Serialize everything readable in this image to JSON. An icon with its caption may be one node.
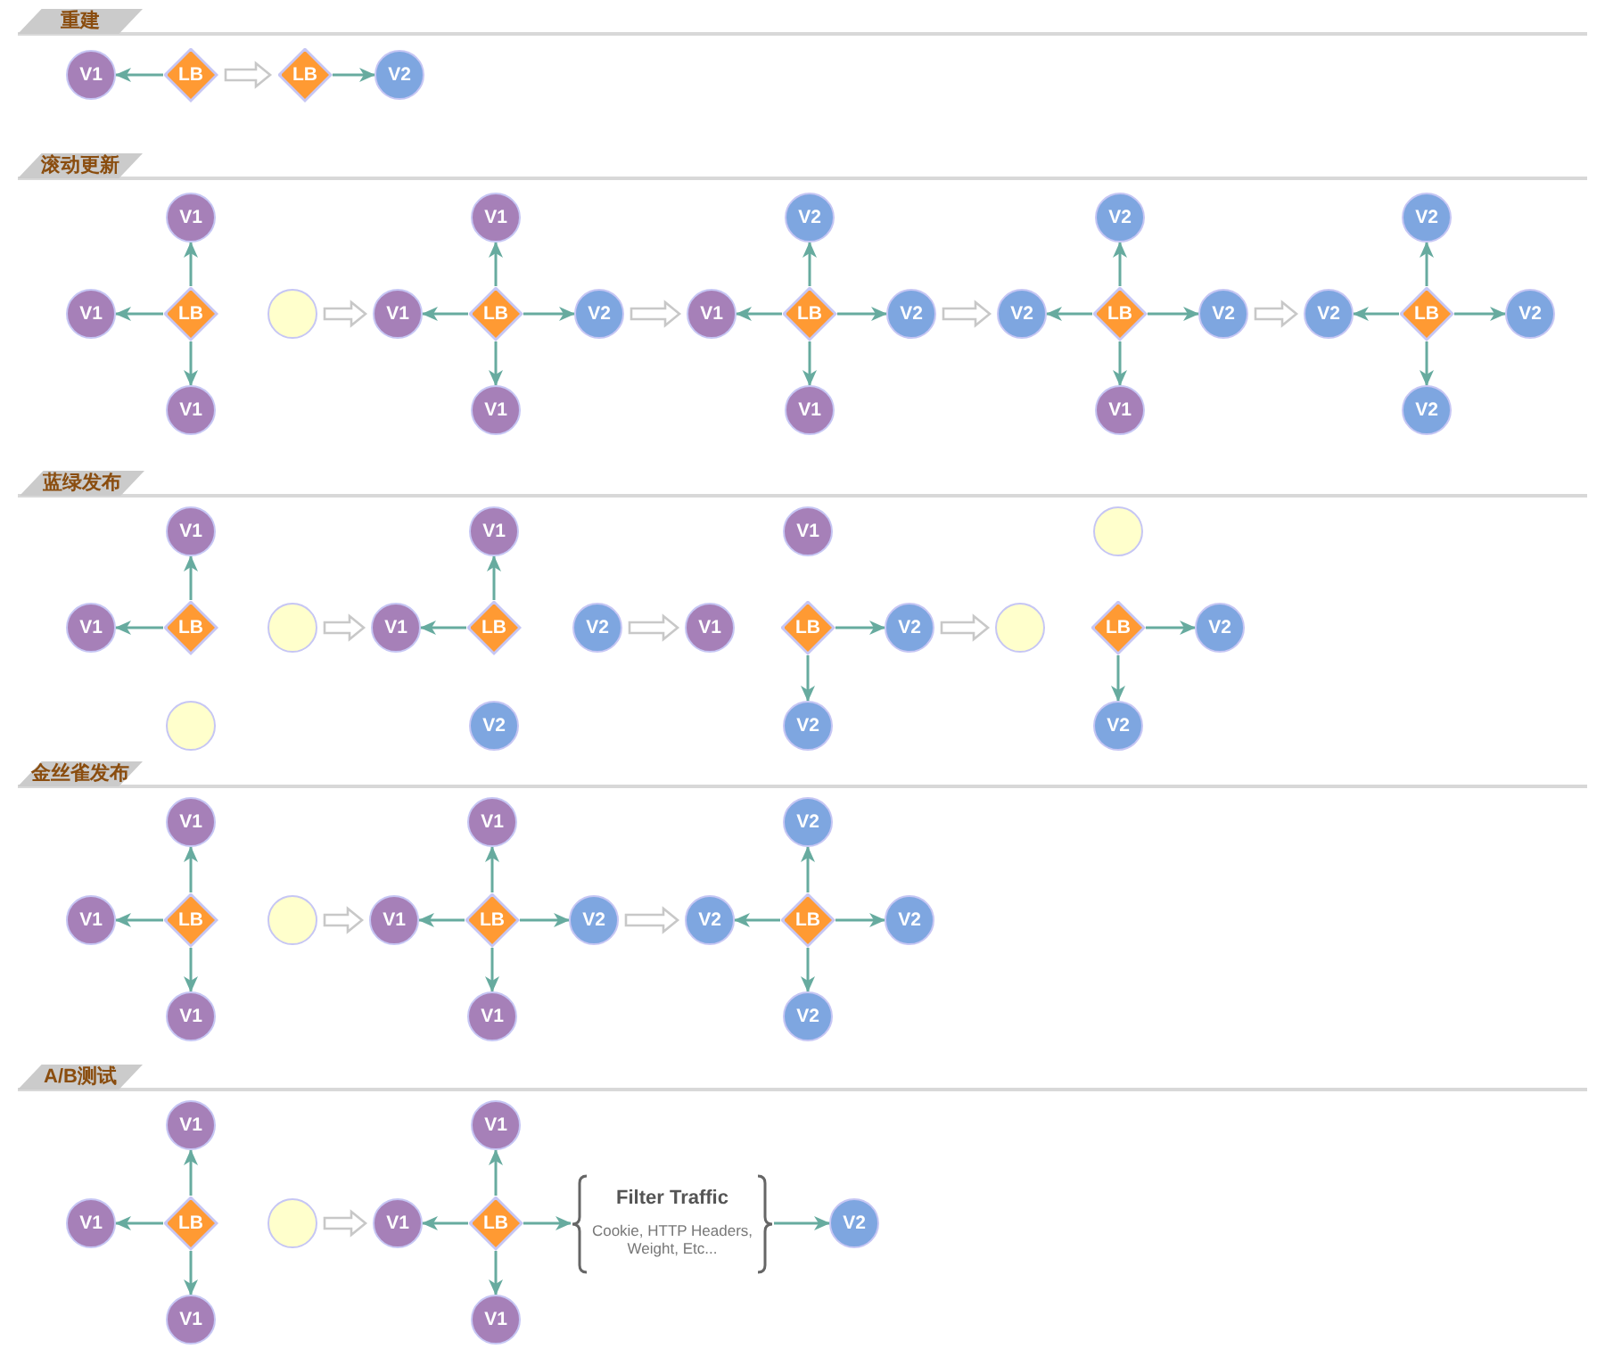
{
  "diagram": {
    "nodes": [
      {
        "text": [
          "重建"
        ]
      },
      {
        "text": [
          "V1"
        ]
      },
      {
        "text": [
          "LB"
        ]
      },
      {
        "text": [
          "LB"
        ]
      },
      {
        "text": [
          "V2"
        ]
      },
      {
        "text": [
          "滚动更新"
        ]
      },
      {
        "text": [
          "V1"
        ]
      },
      {
        "text": [
          "V1"
        ]
      },
      {
        "text": [
          "LB"
        ]
      },
      {
        "text": [
          "V1"
        ]
      },
      {
        "text": [],
        "shape": "circle"
      },
      {
        "text": [
          "V1"
        ]
      },
      {
        "text": [
          "V1"
        ]
      },
      {
        "text": [
          "LB"
        ]
      },
      {
        "text": [
          "V2"
        ]
      },
      {
        "text": [
          "V1"
        ]
      },
      {
        "text": [
          "V2"
        ]
      },
      {
        "text": [
          "V1"
        ]
      },
      {
        "text": [
          "LB"
        ]
      },
      {
        "text": [
          "V2"
        ]
      },
      {
        "text": [
          "V1"
        ]
      },
      {
        "text": [
          "V2"
        ]
      },
      {
        "text": [
          "V2"
        ]
      },
      {
        "text": [
          "LB"
        ]
      },
      {
        "text": [
          "V2"
        ]
      },
      {
        "text": [
          "V1"
        ]
      },
      {
        "text": [
          "V2"
        ]
      },
      {
        "text": [
          "V2"
        ]
      },
      {
        "text": [
          "LB"
        ]
      },
      {
        "text": [
          "V2"
        ]
      },
      {
        "text": [
          "V2"
        ]
      },
      {
        "text": [
          "蓝绿发布"
        ]
      },
      {
        "text": [
          "V1"
        ]
      },
      {
        "text": [
          "V1"
        ]
      },
      {
        "text": [
          "LB"
        ]
      },
      {
        "text": [],
        "shape": "circle"
      },
      {
        "text": [],
        "shape": "circle"
      },
      {
        "text": [
          "V1"
        ]
      },
      {
        "text": [
          "V1"
        ]
      },
      {
        "text": [
          "LB"
        ]
      },
      {
        "text": [
          "V2"
        ]
      },
      {
        "text": [
          "V2"
        ]
      },
      {
        "text": [
          "V1"
        ]
      },
      {
        "text": [
          "V1"
        ]
      },
      {
        "text": [
          "LB"
        ]
      },
      {
        "text": [
          "V2"
        ]
      },
      {
        "text": [
          "V2"
        ]
      },
      {
        "text": [],
        "shape": "circle"
      },
      {
        "text": [],
        "shape": "circle"
      },
      {
        "text": [
          "LB"
        ]
      },
      {
        "text": [
          "V2"
        ]
      },
      {
        "text": [
          "V2"
        ]
      },
      {
        "text": [
          "金丝雀发布"
        ]
      },
      {
        "text": [
          "V1"
        ]
      },
      {
        "text": [
          "V1"
        ]
      },
      {
        "text": [
          "LB"
        ]
      },
      {
        "text": [
          "V1"
        ]
      },
      {
        "text": [],
        "shape": "circle"
      },
      {
        "text": [
          "V1"
        ]
      },
      {
        "text": [
          "V1"
        ]
      },
      {
        "text": [
          "LB"
        ]
      },
      {
        "text": [
          "V2"
        ]
      },
      {
        "text": [
          "V1"
        ]
      },
      {
        "text": [
          "V2"
        ]
      },
      {
        "text": [
          "V2"
        ]
      },
      {
        "text": [
          "LB"
        ]
      },
      {
        "text": [
          "V2"
        ]
      },
      {
        "text": [
          "V2"
        ]
      },
      {
        "text": [
          "A/B测试"
        ]
      },
      {
        "text": [
          "V1"
        ]
      },
      {
        "text": [
          "V1"
        ]
      },
      {
        "text": [
          "LB"
        ]
      },
      {
        "text": [
          "V1"
        ]
      },
      {
        "text": [],
        "shape": "circle"
      },
      {
        "text": [
          "V1"
        ]
      },
      {
        "text": [
          "V1"
        ]
      },
      {
        "text": [
          "LB"
        ]
      },
      {
        "text": [
          "V1"
        ]
      },
      {
        "text": [
          "Filter Traffic",
          "Cookie, HTTP Headers, Weight, Etc..."
        ]
      },
      {
        "text": [
          "V2"
        ]
      }
    ],
    "edges": [
      {
        "from": 2,
        "to": 1,
        "arrow": "to"
      },
      {
        "from": 2,
        "to": 3,
        "arrow": "to",
        "style": "thick",
        "color": "#c8c8c8"
      },
      {
        "from": 3,
        "to": 4,
        "arrow": "to"
      },
      {
        "from": 8,
        "to": 6,
        "arrow": "to"
      },
      {
        "from": 8,
        "to": 7,
        "arrow": "to"
      },
      {
        "from": 8,
        "to": 9,
        "arrow": "to"
      },
      {
        "from": 10,
        "to": 12,
        "arrow": "to",
        "style": "thick",
        "color": "#c8c8c8"
      },
      {
        "from": 13,
        "to": 11,
        "arrow": "to"
      },
      {
        "from": 13,
        "to": 12,
        "arrow": "to"
      },
      {
        "from": 13,
        "to": 14,
        "arrow": "to"
      },
      {
        "from": 13,
        "to": 15,
        "arrow": "to"
      },
      {
        "from": 14,
        "to": 17,
        "arrow": "to",
        "style": "thick",
        "color": "#c8c8c8"
      },
      {
        "from": 18,
        "to": 16,
        "arrow": "to"
      },
      {
        "from": 18,
        "to": 17,
        "arrow": "to"
      },
      {
        "from": 18,
        "to": 19,
        "arrow": "to"
      },
      {
        "from": 18,
        "to": 20,
        "arrow": "to"
      },
      {
        "from": 19,
        "to": 22,
        "arrow": "to",
        "style": "thick",
        "color": "#c8c8c8"
      },
      {
        "from": 23,
        "to": 21,
        "arrow": "to"
      },
      {
        "from": 23,
        "to": 22,
        "arrow": "to"
      },
      {
        "from": 23,
        "to": 24,
        "arrow": "to"
      },
      {
        "from": 23,
        "to": 25,
        "arrow": "to"
      },
      {
        "from": 24,
        "to": 27,
        "arrow": "to",
        "style": "thick",
        "color": "#c8c8c8"
      },
      {
        "from": 28,
        "to": 26,
        "arrow": "to"
      },
      {
        "from": 28,
        "to": 27,
        "arrow": "to"
      },
      {
        "from": 28,
        "to": 29,
        "arrow": "to"
      },
      {
        "from": 28,
        "to": 30,
        "arrow": "to"
      },
      {
        "from": 34,
        "to": 32,
        "arrow": "to"
      },
      {
        "from": 34,
        "to": 33,
        "arrow": "to"
      },
      {
        "from": 36,
        "to": 38,
        "arrow": "to",
        "style": "thick",
        "color": "#c8c8c8"
      },
      {
        "from": 39,
        "to": 37,
        "arrow": "to"
      },
      {
        "from": 39,
        "to": 38,
        "arrow": "to"
      },
      {
        "from": 41,
        "to": 43,
        "arrow": "to",
        "style": "thick",
        "color": "#c8c8c8"
      },
      {
        "from": 44,
        "to": 45,
        "arrow": "to"
      },
      {
        "from": 44,
        "to": 46,
        "arrow": "to"
      },
      {
        "from": 45,
        "to": 47,
        "arrow": "to",
        "style": "thick",
        "color": "#c8c8c8"
      },
      {
        "from": 49,
        "to": 50,
        "arrow": "to"
      },
      {
        "from": 49,
        "to": 51,
        "arrow": "to"
      },
      {
        "from": 55,
        "to": 53,
        "arrow": "to"
      },
      {
        "from": 55,
        "to": 54,
        "arrow": "to"
      },
      {
        "from": 55,
        "to": 56,
        "arrow": "to"
      },
      {
        "from": 57,
        "to": 59,
        "arrow": "to",
        "style": "thick",
        "color": "#c8c8c8"
      },
      {
        "from": 60,
        "to": 58,
        "arrow": "to"
      },
      {
        "from": 60,
        "to": 59,
        "arrow": "to"
      },
      {
        "from": 60,
        "to": 61,
        "arrow": "to"
      },
      {
        "from": 60,
        "to": 62,
        "arrow": "to"
      },
      {
        "from": 61,
        "to": 64,
        "arrow": "to",
        "style": "thick",
        "color": "#c8c8c8"
      },
      {
        "from": 65,
        "to": 63,
        "arrow": "to"
      },
      {
        "from": 65,
        "to": 64,
        "arrow": "to"
      },
      {
        "from": 65,
        "to": 66,
        "arrow": "to"
      },
      {
        "from": 65,
        "to": 67,
        "arrow": "to"
      },
      {
        "from": 71,
        "to": 69,
        "arrow": "to"
      },
      {
        "from": 71,
        "to": 70,
        "arrow": "to"
      },
      {
        "from": 71,
        "to": 72,
        "arrow": "to"
      },
      {
        "from": 73,
        "to": 75,
        "arrow": "to",
        "style": "thick",
        "color": "#c8c8c8"
      },
      {
        "from": 76,
        "to": 74,
        "arrow": "to"
      },
      {
        "from": 76,
        "to": 75,
        "arrow": "to"
      },
      {
        "from": 76,
        "to": 77,
        "arrow": "to"
      },
      {
        "from": 76,
        "to": 78,
        "arrow": "to"
      },
      {
        "from": 78,
        "to": 79,
        "arrow": "to"
      }
    ]
  }
}
